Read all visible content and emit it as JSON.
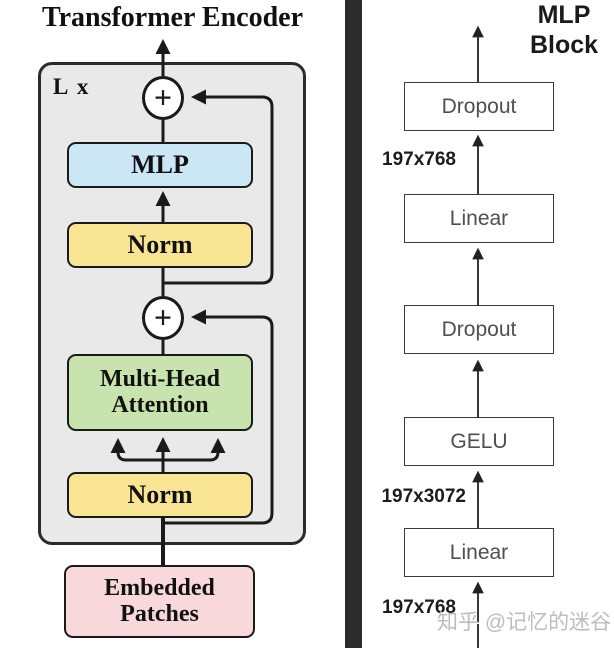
{
  "left_panel": {
    "title": "Transformer Encoder",
    "loop_label": "L x",
    "plus_symbol": "+",
    "boxes": {
      "mlp": {
        "label": "MLP",
        "fill": "#cbe7f6"
      },
      "norm_top": {
        "label": "Norm",
        "fill": "#f8e493"
      },
      "mha": {
        "line1": "Multi-Head",
        "line2": "Attention",
        "fill": "#c8e4ae"
      },
      "norm_bottom": {
        "label": "Norm",
        "fill": "#f8e493"
      },
      "embedded": {
        "line1": "Embedded",
        "line2": "Patches",
        "fill": "#f8d8da"
      }
    },
    "encoder_fill": "#e9e9e9"
  },
  "right_panel": {
    "title": {
      "line1": "MLP",
      "line2": "Block"
    },
    "boxes": [
      {
        "label": "Dropout"
      },
      {
        "label": "Linear"
      },
      {
        "label": "Dropout"
      },
      {
        "label": "GELU"
      },
      {
        "label": "Linear"
      }
    ],
    "dim_labels": [
      "197x768",
      "197x3072",
      "197x768"
    ],
    "watermark": "知乎 @记忆的迷谷"
  },
  "colors": {
    "divider": "#2c2c2c",
    "line": "#1a1a1a",
    "encoder_border": "#2b2b2b",
    "right_box_border": "#3a3a3a",
    "right_box_text": "#4f4f4f",
    "watermark_text": "#bdbdbd"
  }
}
